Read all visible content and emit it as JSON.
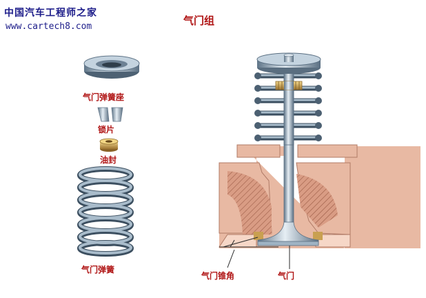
{
  "watermark": {
    "brand": "中国汽车工程师之家",
    "url": "www.cartech8.com"
  },
  "title": "气门组",
  "labels": {
    "spring_seat": "气门弹簧座",
    "lock_piece": "锁片",
    "oil_seal": "油封",
    "valve_spring": "气门弹簧",
    "valve_cone_angle": "气门锥角",
    "valve": "气门"
  },
  "colors": {
    "label_red": "#b01515",
    "watermark_blue": "#1d1d8a",
    "steel": "#8fa6b8",
    "copper": "#c9a050",
    "cylinder_head": "#e8b9a3",
    "hatch": "#a06a54"
  }
}
